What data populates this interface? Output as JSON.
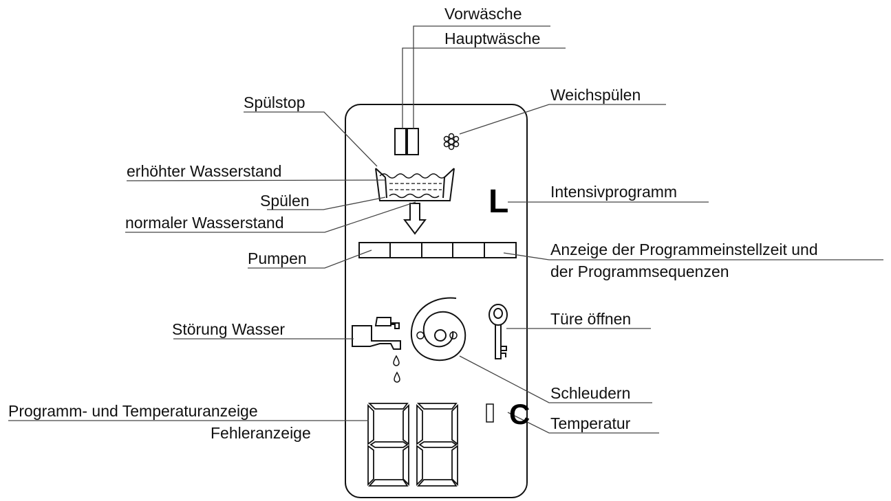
{
  "labels": {
    "vorwaesche": "Vorwäsche",
    "hauptwaesche": "Hauptwäsche",
    "weichspuelen": "Weichspülen",
    "spuelstop": "Spülstop",
    "erhoehter_wasserstand": "erhöhter Wasserstand",
    "spuelen": "Spülen",
    "normaler_wasserstand": "normaler Wasserstand",
    "intensivprogramm": "Intensivprogramm",
    "pumpen": "Pumpen",
    "anzeige_line1": "Anzeige der Programmeinstellzeit und",
    "anzeige_line2": "der Programmsequenzen",
    "stoerung_wasser": "Störung Wasser",
    "tuere_oeffnen": "Türe öffnen",
    "schleudern": "Schleudern",
    "programm_temp_anzeige": "Programm- und Temperaturanzeige",
    "fehleranzeige": "Fehleranzeige",
    "temperatur": "Temperatur"
  },
  "panel": {
    "intensiv_symbol": "L",
    "celsius_symbol": "C"
  },
  "icons": [
    "prewash-mainwash-icon",
    "softener-flower-icon",
    "tub-icon",
    "pump-arrow-icon",
    "tap-icon",
    "spin-icon",
    "key-icon",
    "seven-segment-display",
    "degree-icon"
  ],
  "colors": {
    "line": "#444444",
    "ink": "#111111"
  }
}
